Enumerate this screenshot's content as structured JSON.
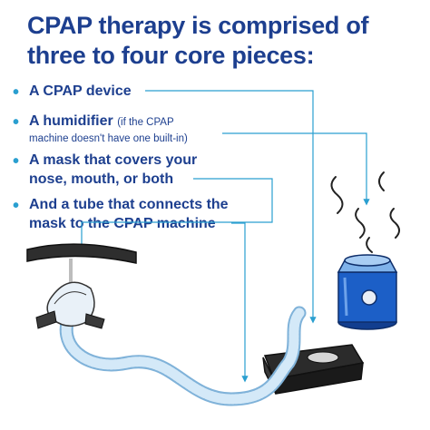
{
  "title": "CPAP therapy is comprised of three to four core pieces:",
  "items": [
    {
      "main": "A CPAP device"
    },
    {
      "main": "A humidifier",
      "note_line1": "(if the CPAP",
      "note_line2": "machine doesn't have one built-in)"
    },
    {
      "line1": "A mask that covers your",
      "line2": "nose, mouth, or both"
    },
    {
      "line1": "And a tube that connects the",
      "line2": "mask to the CPAP machine"
    }
  ],
  "colors": {
    "title": "#1d3f8f",
    "bullet": "#2a9fd0",
    "connector": "#2a9fd0",
    "humidifier_blue": "#1c5fc7",
    "tube": "#c9e3f5",
    "device": "#2b2b2b"
  },
  "icons": [
    "steam-icon",
    "humidifier-icon",
    "cpap-device-icon",
    "cpap-mask-icon",
    "tube-icon"
  ]
}
